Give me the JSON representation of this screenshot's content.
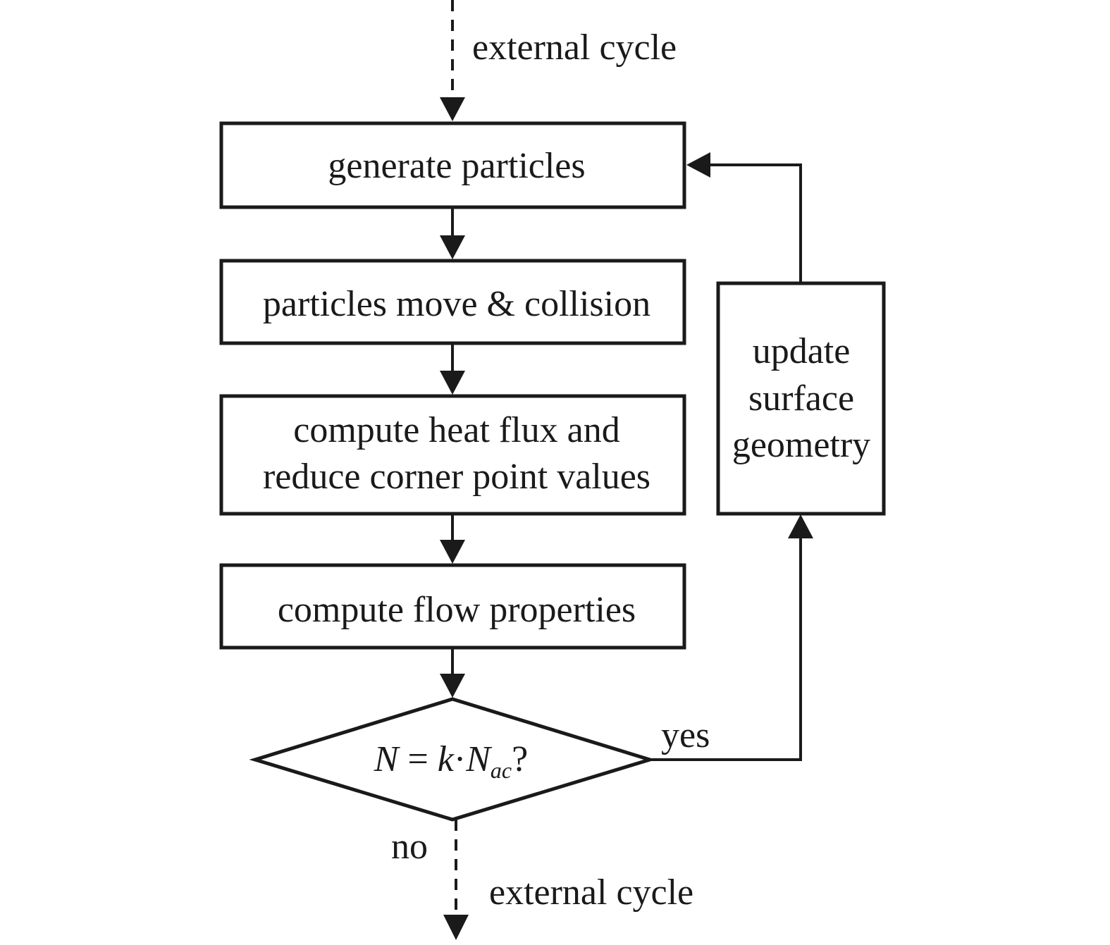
{
  "top_label": "external cycle",
  "bottom_label": "external cycle",
  "steps": {
    "generate": "generate particles",
    "move": "particles move & collision",
    "heat_line1": "compute heat flux and",
    "heat_line2": "reduce corner point values",
    "flow": "compute flow properties",
    "update_line1": "update",
    "update_line2": "surface",
    "update_line3": "geometry"
  },
  "decision": {
    "lhs": "N",
    "eq": " = ",
    "k": "k",
    "dot": "·",
    "n": "N",
    "sub": "ac",
    "q": "?"
  },
  "branches": {
    "yes": "yes",
    "no": "no"
  }
}
